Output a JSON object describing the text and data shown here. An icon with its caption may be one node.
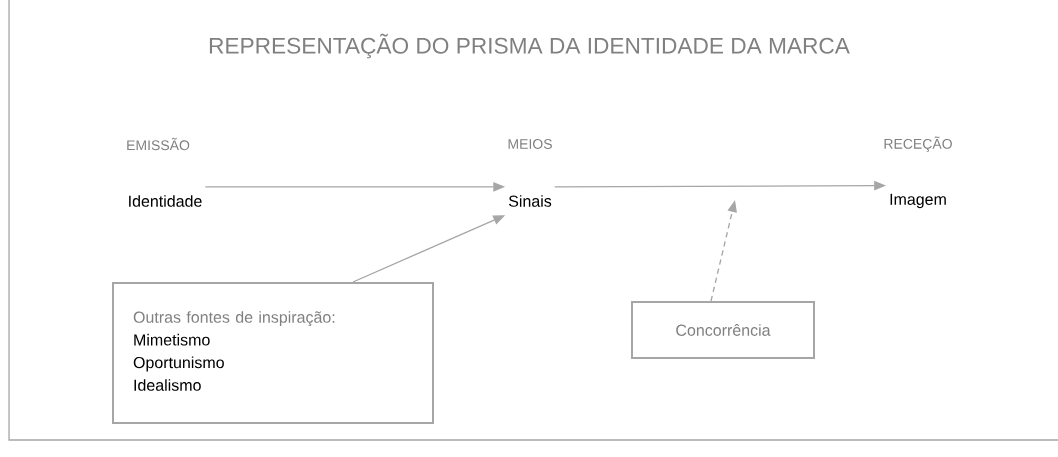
{
  "diagram": {
    "title": "REPRESENTAÇÃO DO PRISMA DA IDENTIDADE DA MARCA",
    "nodes": [
      {
        "text": [
          "Identidade"
        ]
      },
      {
        "text": [
          "Sinais"
        ]
      },
      {
        "text": [
          "Imagem"
        ]
      },
      {
        "text": [
          "Outras fontes de inspiração:",
          "Mimetismo",
          "Oportunismo",
          "Idealismo"
        ]
      },
      {
        "text": [
          "Concorrência"
        ]
      }
    ],
    "edges": [
      {
        "from": 0,
        "to": 1,
        "arrow": "to"
      },
      {
        "from": 1,
        "to": 2,
        "arrow": "to"
      },
      {
        "from": 3,
        "to": 1,
        "arrow": "to"
      },
      {
        "from": 4,
        "to": null,
        "arrow": "to",
        "style": "dashed"
      }
    ],
    "labels": [
      "EMISSÃO",
      "MEIOS",
      "RECEÇÃO"
    ]
  }
}
